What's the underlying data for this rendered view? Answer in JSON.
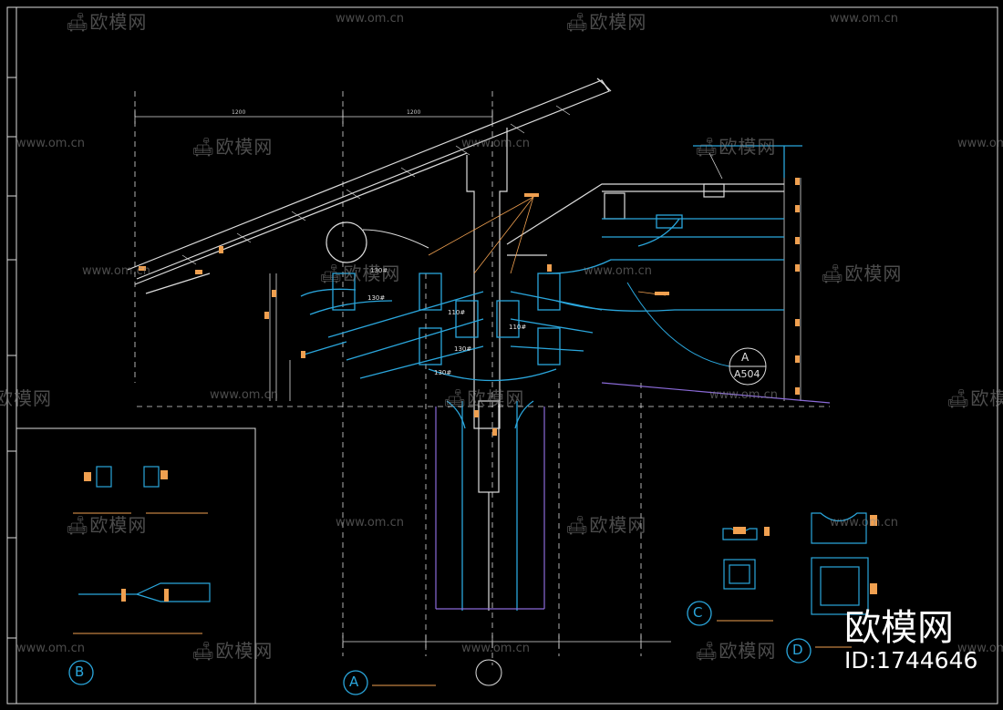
{
  "watermark": {
    "brand_cn": "欧模网",
    "site": "www.om.cn"
  },
  "brand_corner": {
    "name": "欧模网",
    "id_text": "ID:1744646"
  },
  "callouts": {
    "a_circle": "A",
    "a_ref": "A504",
    "b_circle": "B",
    "c_circle": "C",
    "d_circle": "D",
    "main_a_circle": "A"
  },
  "annotations": {
    "bracket_130": "130#",
    "bracket_110": "110#",
    "dim_1200": "1200"
  },
  "colors": {
    "background": "#000000",
    "line_white": "#dcdcdc",
    "line_blue": "#2aa6dc",
    "line_orange": "#f0a050",
    "line_purple": "#8a6ad8",
    "line_yellow": "#e8d060",
    "watermark": "#8a8a8a"
  },
  "icons": {
    "watermark_logo": "sofa-icon"
  }
}
